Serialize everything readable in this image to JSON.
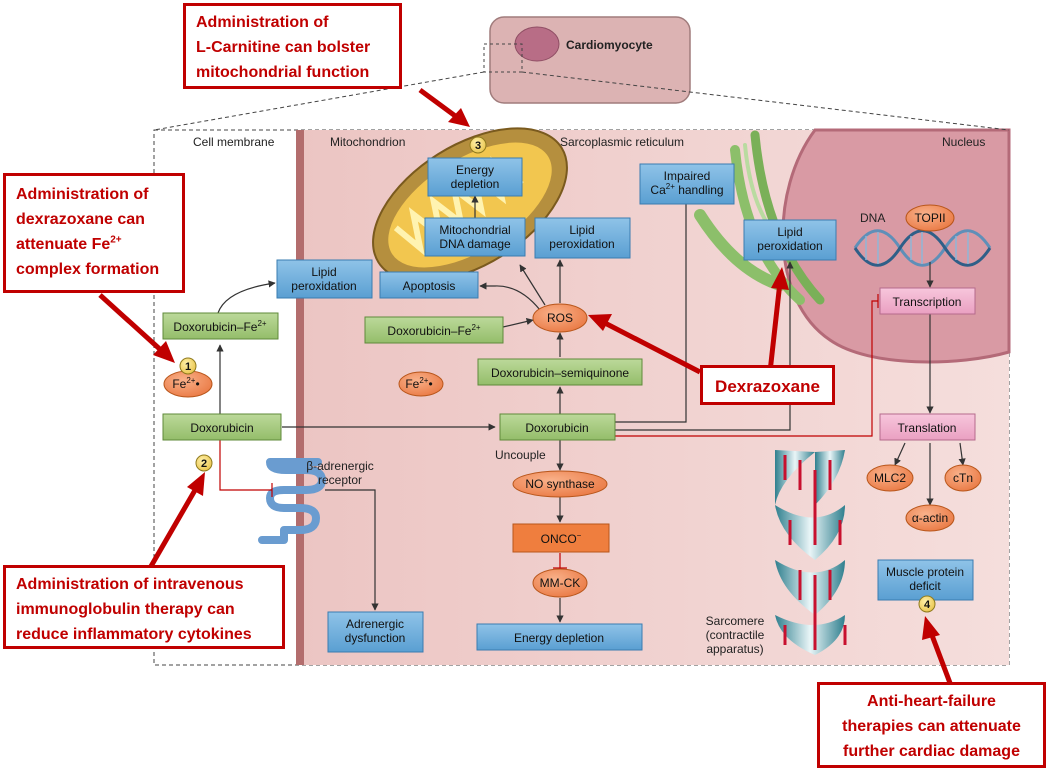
{
  "callouts": {
    "l_carnitine": [
      "Administration of",
      "L-Carnitine can bolster",
      "mitochondrial function"
    ],
    "dexrazoxane_fe": [
      "Administration of",
      "dexrazoxane can",
      "attenuate Fe",
      "complex formation"
    ],
    "dexrazoxane_fe_sup": "2+",
    "dexrazoxane": "Dexrazoxane",
    "immunoglobulin": [
      "Administration of intravenous",
      "immunoglobulin therapy can",
      "reduce inflammatory cytokines"
    ],
    "heart_failure": [
      "Anti-heart-failure",
      "therapies can attenuate",
      "further cardiac damage"
    ]
  },
  "regions": {
    "cardiomyocyte": "Cardiomyocyte",
    "cell_membrane": "Cell membrane",
    "mitochondrion": "Mitochondrion",
    "sarcoplasmic_reticulum": "Sarcoplasmic reticulum",
    "nucleus": "Nucleus",
    "dna": "DNA",
    "beta_receptor": [
      "β-adrenergic",
      "receptor"
    ],
    "uncouple": "Uncouple",
    "sarcomere": [
      "Sarcomere",
      "(contractile",
      "apparatus)"
    ]
  },
  "nodes": {
    "energy_depletion_top": [
      "Energy",
      "depletion"
    ],
    "mito_dna_damage": [
      "Mitochondrial",
      "DNA damage"
    ],
    "lipid_perox_mito": [
      "Lipid",
      "peroxidation"
    ],
    "lipid_perox_left": [
      "Lipid",
      "peroxidation"
    ],
    "lipid_perox_sr": [
      "Lipid",
      "peroxidation"
    ],
    "impaired_ca": [
      "Impaired",
      "Ca",
      "2+",
      " handling"
    ],
    "apoptosis": "Apoptosis",
    "dox_fe_left": "Doxorubicin–Fe",
    "dox_fe_mid": "Doxorubicin–Fe",
    "fe_sup": "2+",
    "fe": "Fe",
    "fe_dot": "•",
    "ros": "ROS",
    "dox_semiquinone": "Doxorubicin–semiquinone",
    "dox_left": "Doxorubicin",
    "dox_mid": "Doxorubicin",
    "no_synthase": "NO synthase",
    "onco": "ONCO",
    "onco_sup": "−",
    "mm_ck": "MM-CK",
    "energy_depletion_bottom": "Energy depletion",
    "adrenergic_dysfunction": [
      "Adrenergic",
      "dysfunction"
    ],
    "topii": "TOPII",
    "transcription": "Transcription",
    "translation": "Translation",
    "mlc2": "MLC2",
    "ctn": "cTn",
    "alpha_actin": "α-actin",
    "muscle_protein_deficit": [
      "Muscle protein",
      "deficit"
    ]
  },
  "markers": [
    "1",
    "2",
    "3",
    "4"
  ],
  "colors": {
    "callout_red": "#c00000",
    "blue_box": "#6aaedb",
    "green_box": "#a6c97e",
    "pink_box": "#f0a8c8",
    "orange_oval": "#f08c5a",
    "marker_yellow": "#f6d869",
    "cytoplasm": "#f1d2d0",
    "nucleus": "#d9a0a8"
  }
}
